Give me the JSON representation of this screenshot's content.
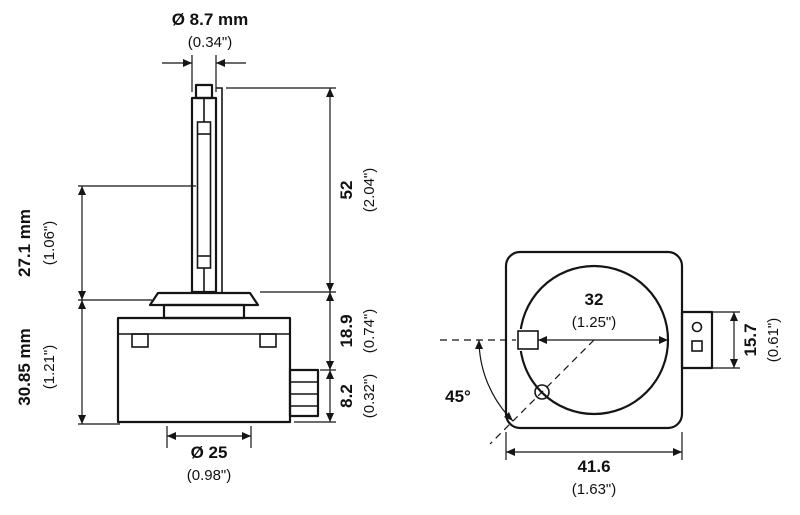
{
  "diagram": {
    "side_view": {
      "top_diameter": {
        "mm": "Ø 8.7 mm",
        "inch": "(0.34\")"
      },
      "tube_length": {
        "mm": "52",
        "inch": "(2.04\")"
      },
      "mid_length": {
        "mm": "18.9",
        "inch": "(0.74\")"
      },
      "stub_length": {
        "mm": "8.2",
        "inch": "(0.32\")"
      },
      "arc_offset": {
        "mm": "27.1 mm",
        "inch": "(1.06\")"
      },
      "base_height": {
        "mm": "30.85 mm",
        "inch": "(1.21\")"
      },
      "base_diameter": {
        "mm": "Ø 25",
        "inch": "(0.98\")"
      }
    },
    "front_view": {
      "inner_diameter": {
        "mm": "32",
        "inch": "(1.25\")"
      },
      "keyway_angle": "45°",
      "connector_height": {
        "mm": "15.7",
        "inch": "(0.61\")"
      },
      "base_width": {
        "mm": "41.6",
        "inch": "(1.63\")"
      }
    }
  }
}
